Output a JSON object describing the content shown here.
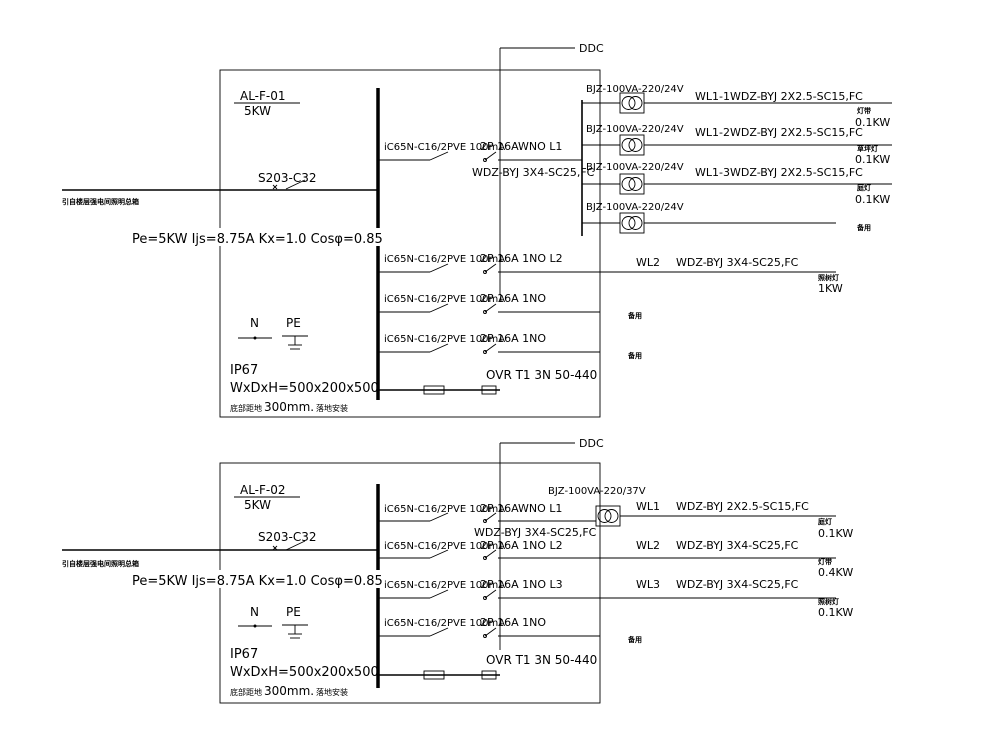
{
  "colors": {
    "line": "#000000",
    "background": "#ffffff"
  },
  "panel1": {
    "name": "AL-F-01",
    "power": "5KW",
    "incoming_breaker": "S203-C32",
    "incoming_label": "引自楼层强电间照明总箱",
    "calc": "Pe=5KW Ijs=8.75A Kx=1.0 Cosφ=0.85",
    "n_label": "N",
    "pe_label": "PE",
    "ip": "IP67",
    "size": "WxDxH=500x200x500",
    "install_prefix": "底部距地",
    "install_value": "300mm.",
    "install_suffix": "落地安装",
    "ddc": "DDC",
    "spd": "OVR T1 3N 50-440",
    "branches": [
      {
        "breaker": "iC65N-C16/2PVE 100mA",
        "switch": "2P 16AWNO L1",
        "cable2": "WDZ-BYJ 3X4-SC25,FC"
      },
      {
        "breaker": "iC65N-C16/2PVE 100mA",
        "switch": "2P 16A 1NO L2",
        "circuit": "WL2",
        "cable": "WDZ-BYJ 3X4-SC25,FC",
        "load": "照树灯",
        "load_kw": "1KW"
      },
      {
        "breaker": "iC65N-C16/2PVE 100mA",
        "switch": "2P 16A 1NO",
        "load": "备用"
      },
      {
        "breaker": "iC65N-C16/2PVE 100mA",
        "switch": "2P 16A 1NO",
        "load": "备用"
      }
    ],
    "transformers": [
      {
        "label": "BJZ-100VA-220/24V",
        "circuit": "WL1-1",
        "cable": "WDZ-BYJ 2X2.5-SC15,FC",
        "load": "灯带",
        "load_kw": "0.1KW"
      },
      {
        "label": "BJZ-100VA-220/24V",
        "circuit": "WL1-2",
        "cable": "WDZ-BYJ 2X2.5-SC15,FC",
        "load": "草坪灯",
        "load_kw": "0.1KW"
      },
      {
        "label": "BJZ-100VA-220/24V",
        "circuit": "WL1-3",
        "cable": "WDZ-BYJ 2X2.5-SC15,FC",
        "load": "庭灯",
        "load_kw": "0.1KW"
      },
      {
        "label": "BJZ-100VA-220/24V",
        "load": "备用"
      }
    ]
  },
  "panel2": {
    "name": "AL-F-02",
    "power": "5KW",
    "incoming_breaker": "S203-C32",
    "incoming_label": "引自楼层强电间照明总箱",
    "calc": "Pe=5KW Ijs=8.75A Kx=1.0 Cosφ=0.85",
    "n_label": "N",
    "pe_label": "PE",
    "ip": "IP67",
    "size": "WxDxH=500x200x500",
    "install_prefix": "底部距地",
    "install_value": "300mm.",
    "install_suffix": "落地安装",
    "ddc": "DDC",
    "spd": "OVR T1 3N 50-440",
    "transformer": "BJZ-100VA-220/37V",
    "branches": [
      {
        "breaker": "iC65N-C16/2PVE 100mA",
        "switch": "2P 16AWNO L1",
        "cable2": "WDZ-BYJ 3X4-SC25,FC",
        "circuit": "WL1",
        "cable": "WDZ-BYJ 2X2.5-SC15,FC",
        "load": "庭灯",
        "load_kw": "0.1KW"
      },
      {
        "breaker": "iC65N-C16/2PVE 100mA",
        "switch": "2P 16A 1NO L2",
        "circuit": "WL2",
        "cable": "WDZ-BYJ 3X4-SC25,FC",
        "load": "灯带",
        "load_kw": "0.4KW"
      },
      {
        "breaker": "iC65N-C16/2PVE 100mA",
        "switch": "2P 16A 1NO L3",
        "circuit": "WL3",
        "cable": "WDZ-BYJ 3X4-SC25,FC",
        "load": "照树灯",
        "load_kw": "0.1KW"
      },
      {
        "breaker": "iC65N-C16/2PVE 100mA",
        "switch": "2P 16A 1NO",
        "load": "备用"
      }
    ]
  }
}
